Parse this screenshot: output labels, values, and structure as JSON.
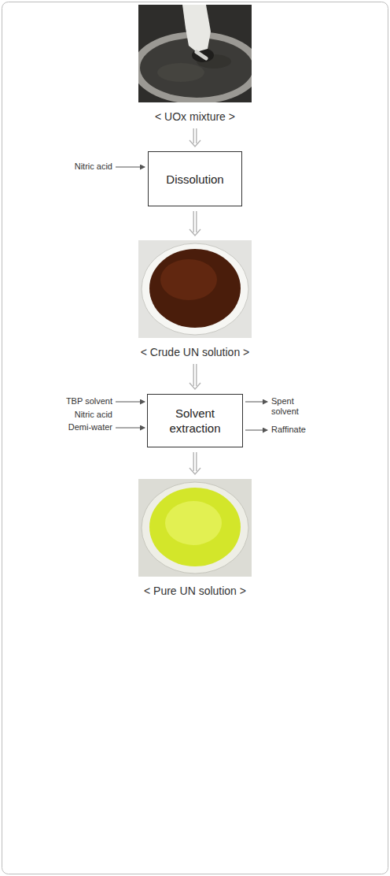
{
  "diagram": {
    "nodes": [
      {
        "text": [
          "< UOx mixture >"
        ]
      },
      {
        "text": [
          "Dissolution"
        ]
      },
      {
        "text": [
          "< Crude UN solution >"
        ]
      },
      {
        "text": [
          "Solvent extraction"
        ]
      },
      {
        "text": [
          "< Pure UN solution >"
        ]
      }
    ],
    "edges": [
      {
        "from": 0,
        "to": 1,
        "arrow": "to"
      },
      {
        "from": 1,
        "to": 2,
        "arrow": "to"
      },
      {
        "from": 2,
        "to": 3,
        "arrow": "to"
      },
      {
        "from": 3,
        "to": 4,
        "arrow": "to"
      }
    ],
    "labels": [
      "Nitric acid",
      "TBP solvent",
      "Nitric acid",
      "Demi-water",
      "Spent solvent",
      "Raffinate"
    ]
  }
}
